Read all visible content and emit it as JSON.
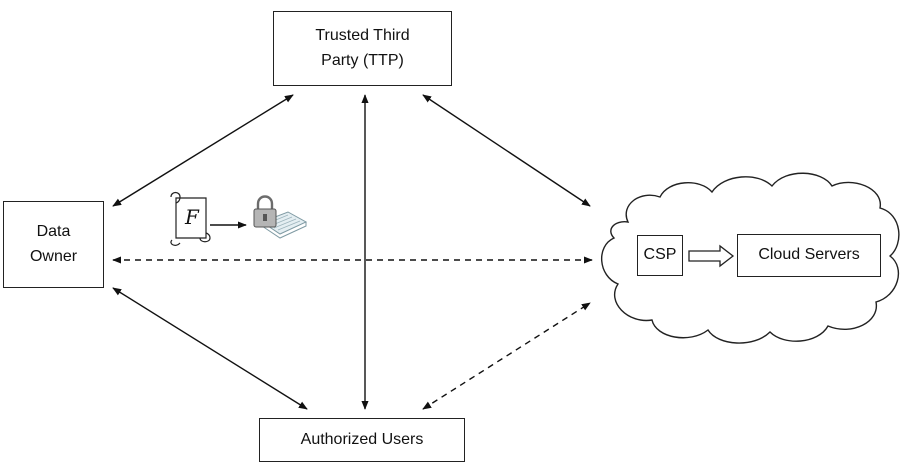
{
  "nodes": {
    "ttp": {
      "line1": "Trusted Third",
      "line2": "Party (TTP)"
    },
    "owner": {
      "line1": "Data",
      "line2": "Owner"
    },
    "users": {
      "label": "Authorized Users"
    },
    "csp": {
      "label": "CSP"
    },
    "servers": {
      "label": "Cloud Servers"
    }
  },
  "file_symbol": {
    "letter": "F"
  },
  "icons": {
    "scroll": "scroll-document-icon",
    "lock": "padlock-encrypted-file-icon",
    "cloud": "cloud-icon"
  },
  "colors": {
    "stroke": "#222222",
    "background": "#ffffff"
  }
}
